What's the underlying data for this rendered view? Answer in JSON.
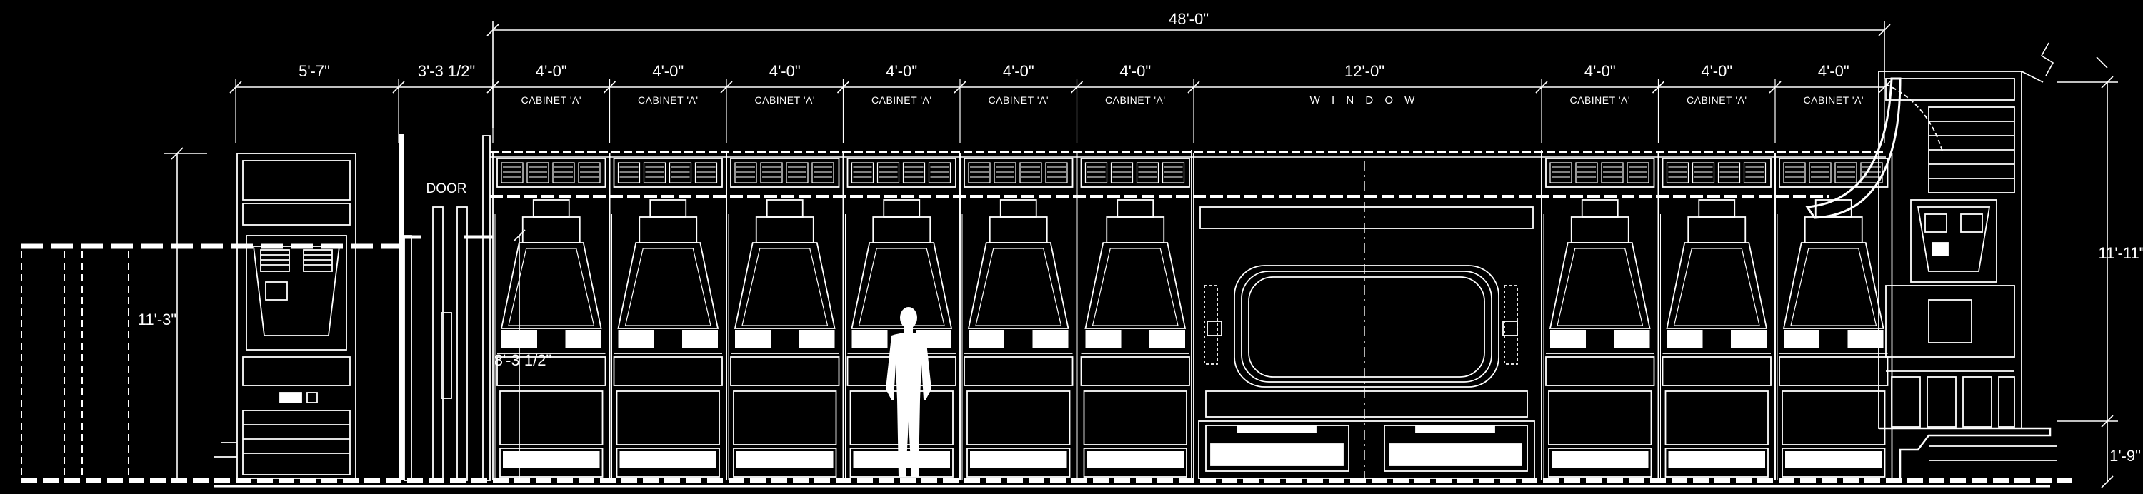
{
  "dims": {
    "overall": "48'-0\"",
    "left_unit": "5'-7\"",
    "door_width": "3'-3 1/2\"",
    "cab_width": "4'-0\"",
    "window_width": "12'-0\"",
    "left_height": "11'-3\"",
    "door_height": "8'-3 1/2\"",
    "right_height": "11'-11\"",
    "base_height": "1'-9\""
  },
  "labels": {
    "door": "DOOR",
    "cabinet": "CABINET 'A'",
    "window": "W I N D O W"
  },
  "colors": {
    "background": "#000000",
    "line": "#ffffff"
  }
}
